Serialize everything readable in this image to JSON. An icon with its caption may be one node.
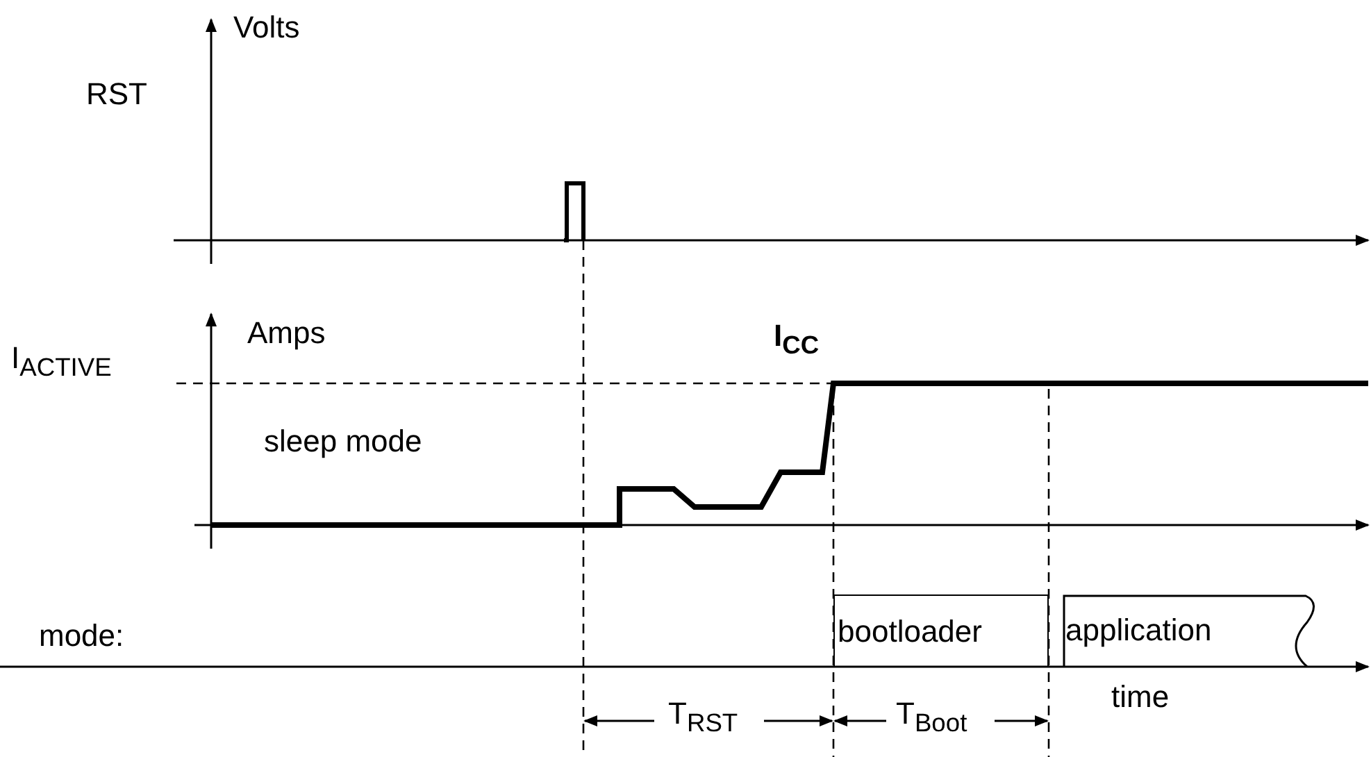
{
  "diagram": {
    "nodes": [
      {
        "text": [
          "bootloader"
        ]
      },
      {
        "text": [
          "application"
        ]
      }
    ],
    "edges": [],
    "labels": [
      "Volts",
      "RST",
      "I$_{ACTIVE}$",
      "Amps",
      "I$_{CC}$",
      "sleep mode",
      "mode:",
      "time",
      "T$_{RST}$",
      "T$_{Boot}$"
    ]
  }
}
